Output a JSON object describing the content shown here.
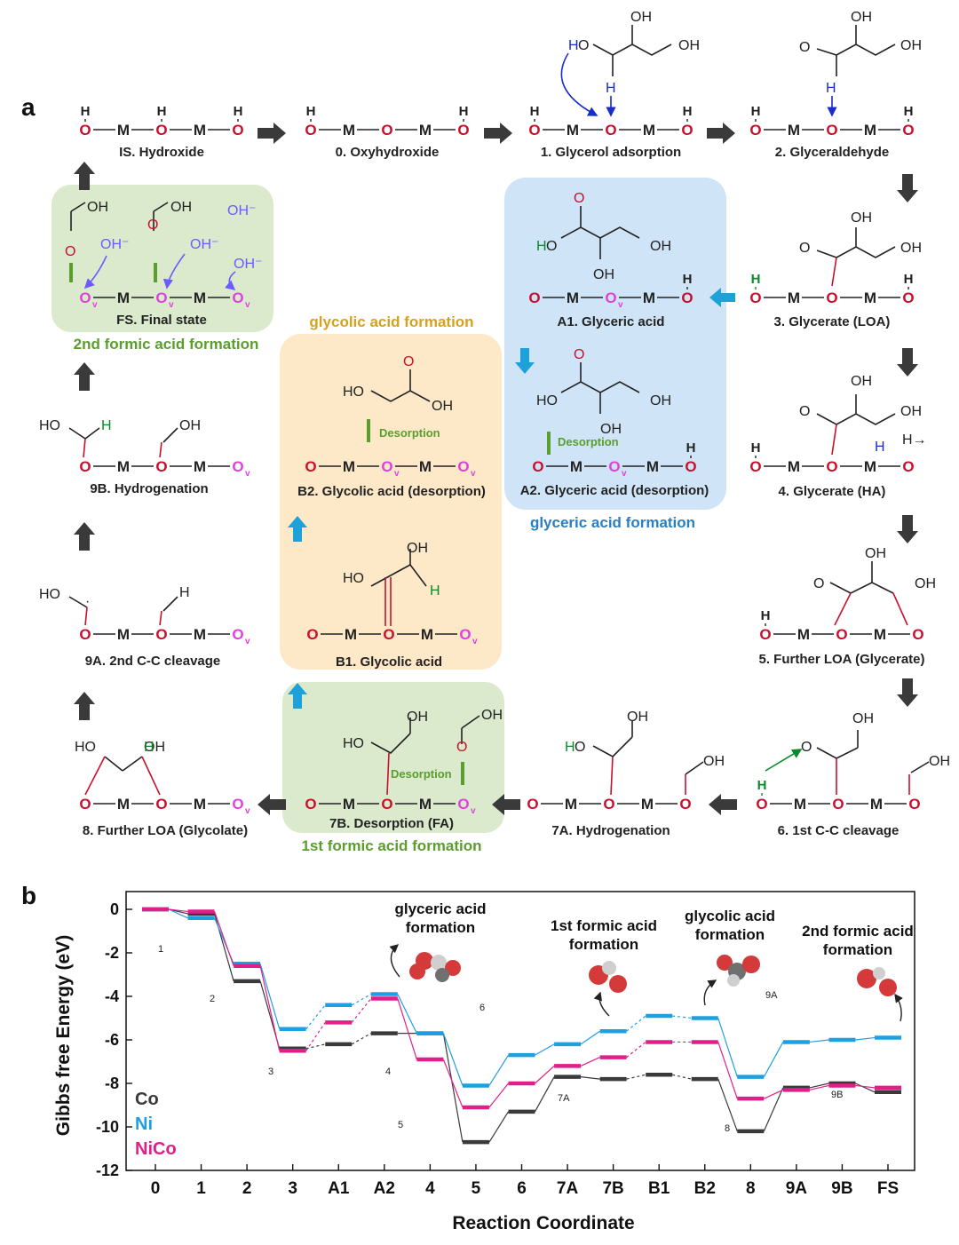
{
  "panel_a": {
    "letter": "a",
    "stages": {
      "is": "IS. Hydroxide",
      "s0": "0. Oxyhydroxide",
      "s1": "1. Glycerol adsorption",
      "s2": "2. Glyceraldehyde",
      "s3": "3. Glycerate (LOA)",
      "s4": "4. Glycerate (HA)",
      "s5": "5. Further LOA (Glycerate)",
      "s6": "6. 1st C-C cleavage",
      "s7a": "7A. Hydrogenation",
      "s7b": "7B. Desorption (FA)",
      "s8": "8. Further LOA (Glycolate)",
      "s9a": "9A. 2nd C-C cleavage",
      "s9b": "9B. Hydrogenation",
      "fs": "FS. Final state",
      "a1": "A1. Glyceric acid",
      "a2": "A2. Glyceric acid (desorption)",
      "b1": "B1. Glycolic acid",
      "b2": "B2. Glycolic acid  (desorption)"
    },
    "groups": {
      "glycolic": "glycolic acid formation",
      "glyceric": "glyceric acid formation",
      "formic1": "1st formic acid formation",
      "formic2": "2nd formic acid formation"
    },
    "desorption": "Desorption",
    "colors": {
      "oxygen": "#c8102e",
      "vacancy": "#e040e0",
      "hydrogen_blue": "#1a2ccc",
      "hydrogen_green": "#0a8a2a",
      "hydroxide": "#6a5cff",
      "box_green": "#dbeacd",
      "box_blue": "#cfe4f7",
      "box_orange": "#fde8c8",
      "arrow_dark": "#3a3a3a",
      "arrow_blue": "#1ea0d8",
      "text_glycolic": "#d6a21e",
      "text_glyceric": "#2a7fc0",
      "text_formic": "#5a9e2e"
    }
  },
  "panel_b": {
    "letter": "b",
    "legend": {
      "co": "Co",
      "ni": "Ni",
      "nico": "NiCo"
    },
    "annotations": {
      "glyceric": [
        "glyceric acid",
        "formation"
      ],
      "formic1": [
        "1st formic acid",
        "formation"
      ],
      "glycolic": [
        "glycolic acid",
        "formation"
      ],
      "formic2": [
        "2nd formic acid",
        "formation"
      ]
    },
    "point_labels": [
      "1",
      "2",
      "3",
      "4",
      "5",
      "6",
      "7A",
      "8",
      "9A",
      "9B"
    ]
  },
  "chart_data": {
    "type": "line",
    "xlabel": "Reaction Coordinate",
    "ylabel": "Gibbs free  Energy (eV)",
    "categories": [
      "0",
      "1",
      "2",
      "3",
      "A1",
      "A2",
      "4",
      "5",
      "6",
      "7A",
      "7B",
      "B1",
      "B2",
      "8",
      "9A",
      "9B",
      "FS"
    ],
    "ylim": [
      -12,
      0
    ],
    "yticks": [
      0,
      -2,
      -4,
      -6,
      -8,
      -10,
      -12
    ],
    "series": [
      {
        "name": "Co",
        "color": "#3a3a3a",
        "values": [
          0,
          -0.2,
          -3.3,
          -6.4,
          -6.2,
          -5.7,
          -5.7,
          -10.7,
          -9.3,
          -7.7,
          -7.8,
          -7.6,
          -7.8,
          -10.2,
          -8.2,
          -8.0,
          -8.4
        ]
      },
      {
        "name": "Ni",
        "color": "#1ea0e0",
        "values": [
          0,
          -0.4,
          -2.5,
          -5.5,
          -4.4,
          -3.9,
          -5.7,
          -8.1,
          -6.7,
          -6.2,
          -5.6,
          -4.9,
          -5.0,
          -7.7,
          -6.1,
          -6.0,
          -5.9
        ]
      },
      {
        "name": "NiCo",
        "color": "#e0208a",
        "values": [
          0,
          -0.1,
          -2.6,
          -6.5,
          -5.2,
          -4.1,
          -6.9,
          -9.1,
          -8.0,
          -7.2,
          -6.8,
          -6.1,
          -6.1,
          -8.7,
          -8.3,
          -8.1,
          -8.2
        ]
      }
    ]
  }
}
